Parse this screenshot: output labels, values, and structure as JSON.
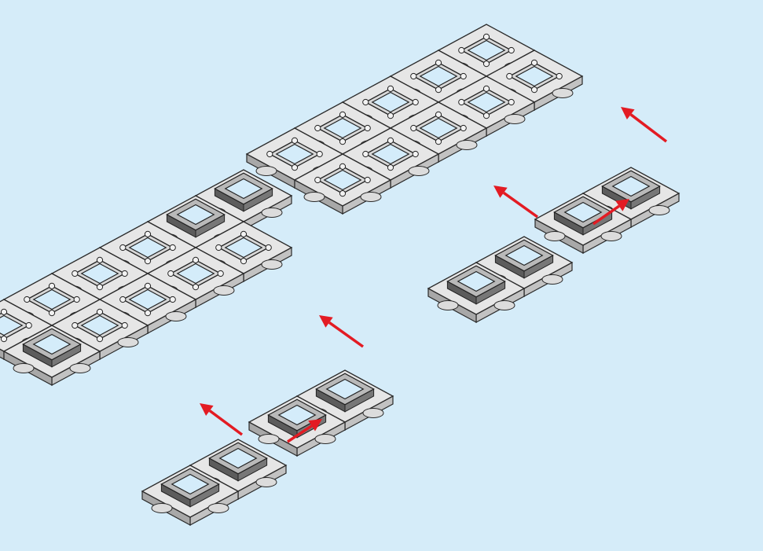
{
  "figure": {
    "background": "#d5ecf9",
    "tile_color": "#e6e6e6",
    "tile_edge_color": "#9a9a9a",
    "window_color": "#d4ecfa",
    "frame_color": "#8c8c8c",
    "arrow_color": "#e31b23",
    "inset_border_color": "#1f2a78",
    "pieces": [
      "red",
      "orange",
      "yellow",
      "green",
      "blue"
    ],
    "steps": [
      {
        "id": "assembly-lower",
        "new_tiles": 4,
        "arrows": 2
      },
      {
        "id": "assembly-upper",
        "new_tiles": 4,
        "arrows": 2
      }
    ]
  }
}
